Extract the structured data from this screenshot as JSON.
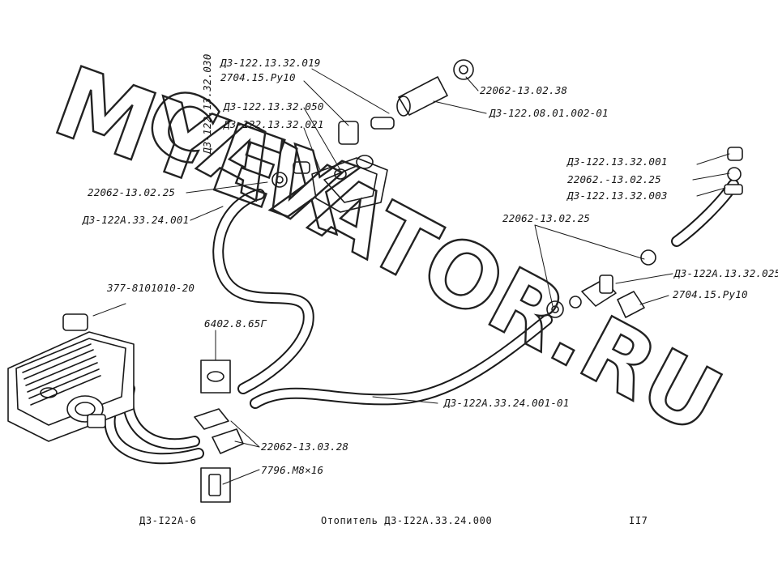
{
  "watermark": {
    "line1": "MYEX",
    "line2": "CAVATOR.RU"
  },
  "callouts": [
    "Д3-122.13.32.019",
    "2704.15.Ру10",
    "Д3-122.13.32.030",
    "Д3-122.13.32.050",
    "Д3-122.13.32.021",
    "22062-13.02.38",
    "Д3-122.08.01.002-01",
    "22062-13.02.25",
    "Д3-122А.33.24.001",
    "Д3-122.13.32.001",
    "22062.-13.02.25",
    "Д3-122.13.32.003",
    "22062-13.02.25",
    "Д3-122А.13.32.025",
    "2704.15.Ру10",
    "377-8101010-20",
    "6402.8.65Г",
    "Д3-122А.33.24.001-01",
    "22062-13.03.28",
    "7796.М8×16"
  ],
  "footer": {
    "model": "ДЗ-I22А-6",
    "title": "Отопитель ДЗ-I22А.33.24.000",
    "page": "II7"
  }
}
